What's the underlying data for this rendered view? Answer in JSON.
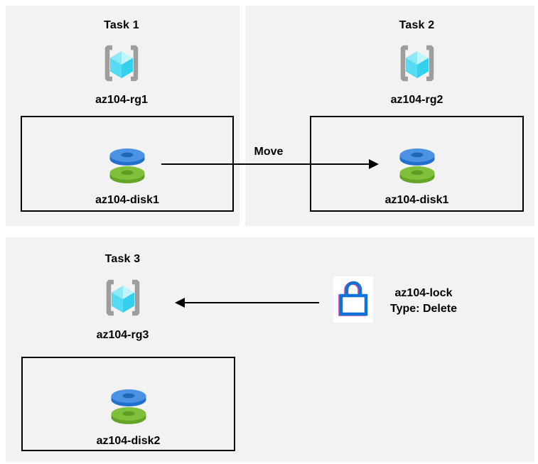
{
  "colors": {
    "panel_bg": "#f2f2f2",
    "box_border": "#000000",
    "arrow": "#000000",
    "text": "#000000",
    "rg_bracket": "#9d9d9d",
    "rg_cube_top_left": "#8fe8f7",
    "rg_cube_top_right": "#c2f4fb",
    "rg_cube_left": "#55dcf4",
    "rg_cube_right": "#33d0ef",
    "disk_blue_top": "#4c92e4",
    "disk_blue_side": "#2070ce",
    "disk_blue_hole": "#1d66b8",
    "disk_green_top": "#7fbf3a",
    "disk_green_side": "#63a426",
    "disk_green_hole": "#5c9e22",
    "lock_blue": "#0f72d8",
    "lock_pink": "#e23d96",
    "lock_tile_bg": "#ffffff"
  },
  "panels": [
    {
      "title": "Task 1",
      "rg_name": "az104-rg1",
      "disk_name": "az104-disk1"
    },
    {
      "title": "Task 2",
      "rg_name": "az104-rg2",
      "disk_name": "az104-disk1"
    },
    {
      "title": "Task 3",
      "rg_name": "az104-rg3",
      "disk_name": "az104-disk2"
    }
  ],
  "move_arrow": {
    "label": "Move"
  },
  "lock": {
    "name": "az104-lock",
    "type": "Type: Delete"
  }
}
